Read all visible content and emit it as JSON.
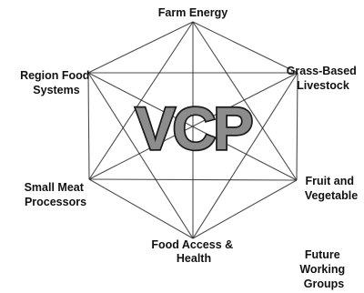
{
  "center": {
    "text": "VCP"
  },
  "nodes": [
    {
      "id": "farm-energy",
      "lines": [
        "Farm Energy"
      ]
    },
    {
      "id": "grass-based-livestock",
      "lines": [
        "Grass-Based",
        "Livestock"
      ]
    },
    {
      "id": "fruit-and-vegetable",
      "lines": [
        "Fruit and",
        "Vegetable"
      ]
    },
    {
      "id": "food-access-health",
      "lines": [
        "Food Access &",
        "Health"
      ]
    },
    {
      "id": "small-meat-processors",
      "lines": [
        "Small Meat",
        "Processors"
      ]
    },
    {
      "id": "region-food-systems",
      "lines": [
        "Region Food",
        "Systems"
      ]
    },
    {
      "id": "future-working-groups",
      "lines": [
        "Future",
        "Working",
        "Groups"
      ]
    }
  ],
  "colors": {
    "line": "#2b2b2b",
    "text": "#111111",
    "center_fill": "#8c8c8c",
    "center_outline": "#1a1a1a",
    "background": "#ffffff"
  }
}
